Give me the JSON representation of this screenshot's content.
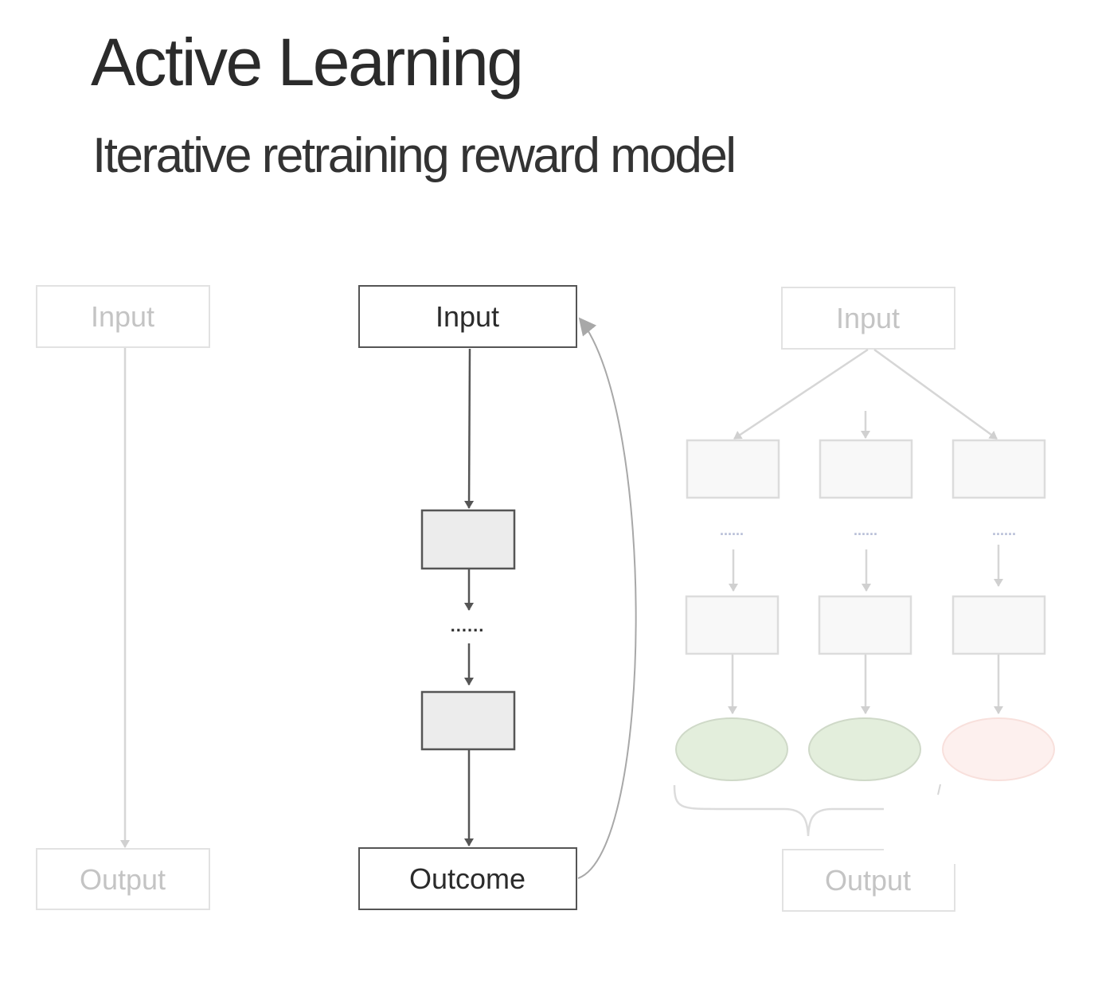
{
  "header": {
    "title": "Active Learning",
    "subtitle": "Iterative retraining reward model"
  },
  "diagram": {
    "left": {
      "input_label": "Input",
      "output_label": "Output"
    },
    "middle": {
      "input_label": "Input",
      "outcome_label": "Outcome",
      "ellipsis": "......"
    },
    "right": {
      "input_label": "Input",
      "output_label": "Output",
      "ellipsis": "......"
    }
  },
  "colors": {
    "text_dark": "#2b2b2b",
    "faded": "#d6d6d6",
    "faded_text": "#c4c4c4",
    "box_fill": "#ececec",
    "green_ellipse": "#e3eedc",
    "red_ellipse": "#fdf0ee"
  }
}
